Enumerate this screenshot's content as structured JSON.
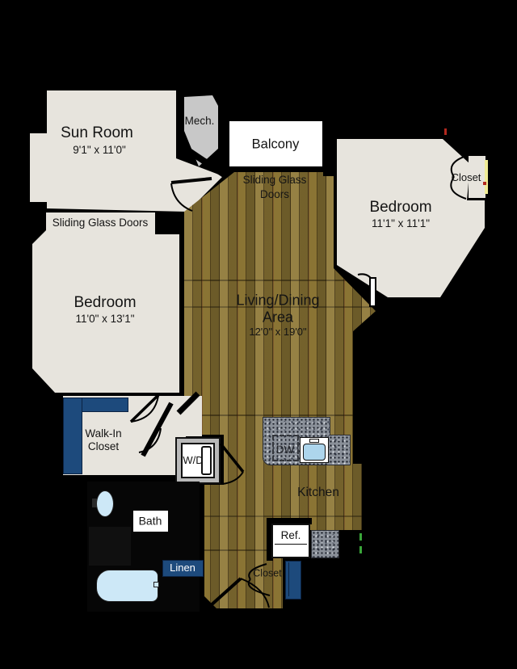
{
  "plan": {
    "rooms": {
      "sun_room": {
        "name": "Sun Room",
        "dims": "9'1\" x 11'0\""
      },
      "mech": {
        "name": "Mech."
      },
      "balcony": {
        "name": "Balcony"
      },
      "bedroom_right": {
        "name": "Bedroom",
        "dims": "11'1\" x 11'1\""
      },
      "closet_right": {
        "name": "Closet"
      },
      "bedroom_left": {
        "name": "Bedroom",
        "dims": "11'0\" x 13'1\""
      },
      "living_dining": {
        "name_line1": "Living/Dining",
        "name_line2": "Area",
        "dims": "12'0\" x 19'0\""
      },
      "walk_in_closet": {
        "line1": "Walk-In",
        "line2": "Closet"
      },
      "kitchen": {
        "name": "Kitchen"
      },
      "bath": {
        "name": "Bath"
      },
      "closet_bottom": {
        "name": "Closet"
      }
    },
    "labels": {
      "sliding_glass_doors_top_line1": "Sliding Glass",
      "sliding_glass_doors_top_line2": "Doors",
      "sliding_glass_doors_left": "Sliding Glass Doors"
    },
    "fixtures": {
      "washer_dryer": "W/D",
      "dishwasher": "DW",
      "refrigerator": "Ref.",
      "linen": "Linen"
    },
    "colors": {
      "background": "#000000",
      "room_fill": "#e7e4dd",
      "wood_floor": "#8a7434",
      "mech_gray": "#c8c8c8",
      "counter_gray": "#8a9099",
      "cabinet_blue": "#1d4a7c",
      "fixture_blue": "#cde8f7",
      "window_yellow": "#f0ec96",
      "window_marker_red": "#b3281e"
    }
  }
}
